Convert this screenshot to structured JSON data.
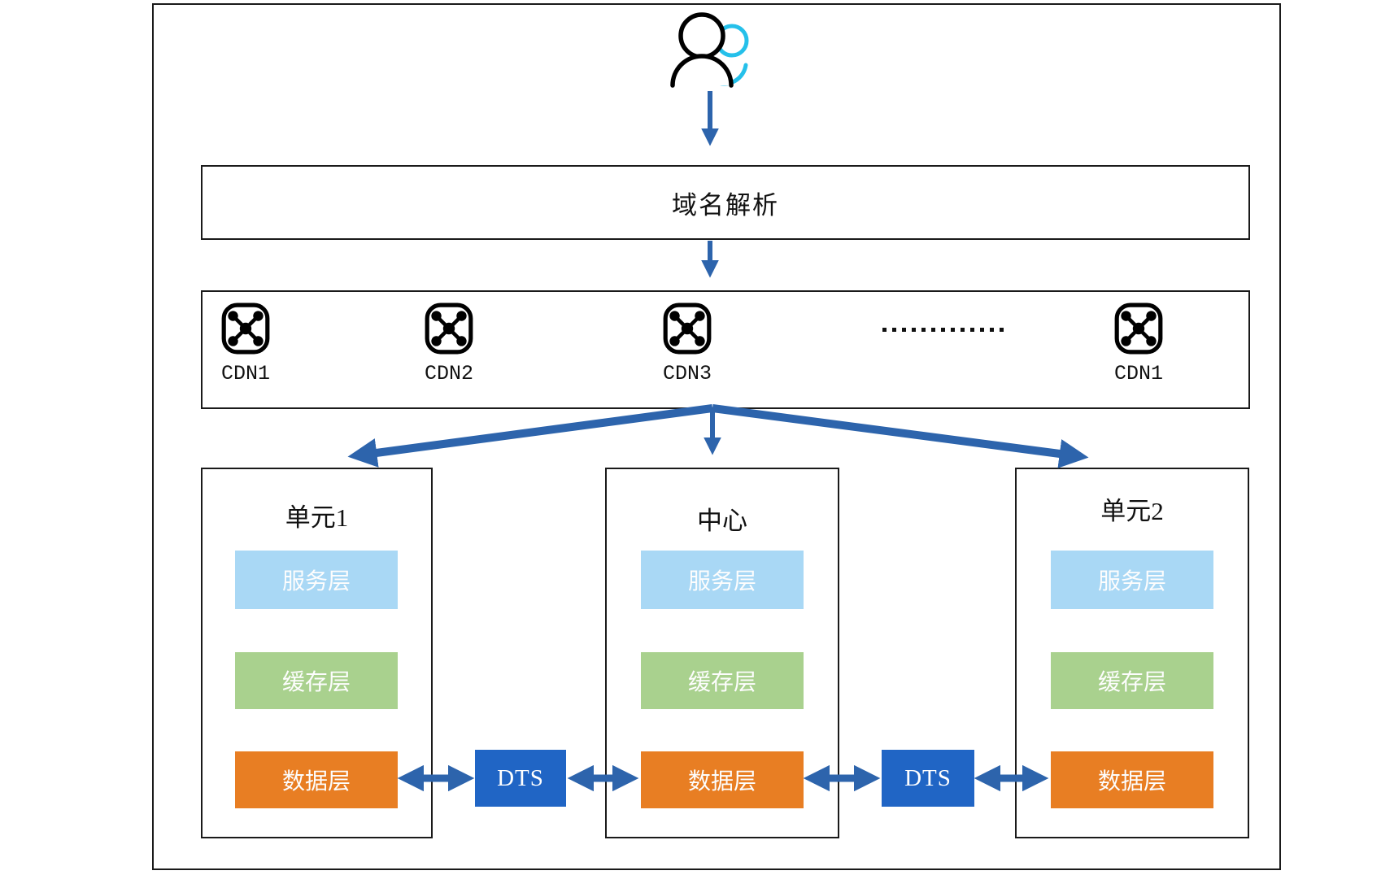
{
  "diagram": {
    "user_icon_name": "users-icon",
    "dns": {
      "label": "域名解析"
    },
    "cdn": {
      "nodes": [
        {
          "label": "CDN1"
        },
        {
          "label": "CDN2"
        },
        {
          "label": "CDN3"
        },
        {
          "label": "CDN1"
        }
      ]
    },
    "units": [
      {
        "title": "单元1",
        "layers": [
          {
            "label": "服务层"
          },
          {
            "label": "缓存层"
          },
          {
            "label": "数据层"
          }
        ]
      },
      {
        "title": "中心",
        "layers": [
          {
            "label": "服务层"
          },
          {
            "label": "缓存层"
          },
          {
            "label": "数据层"
          }
        ]
      },
      {
        "title": "单元2",
        "layers": [
          {
            "label": "服务层"
          },
          {
            "label": "缓存层"
          },
          {
            "label": "数据层"
          }
        ]
      }
    ],
    "dts_nodes": [
      {
        "label": "DTS"
      },
      {
        "label": "DTS"
      }
    ],
    "colors": {
      "arrow_blue": "#2D64AC",
      "dts_blue": "#2065C5",
      "service_layer_blue": "#A9D8F5",
      "cache_layer_green": "#A9D18E",
      "data_layer_orange": "#E87E23",
      "user_icon_cyan": "#25C0EA",
      "outline_black": "#1A1A1A"
    }
  }
}
